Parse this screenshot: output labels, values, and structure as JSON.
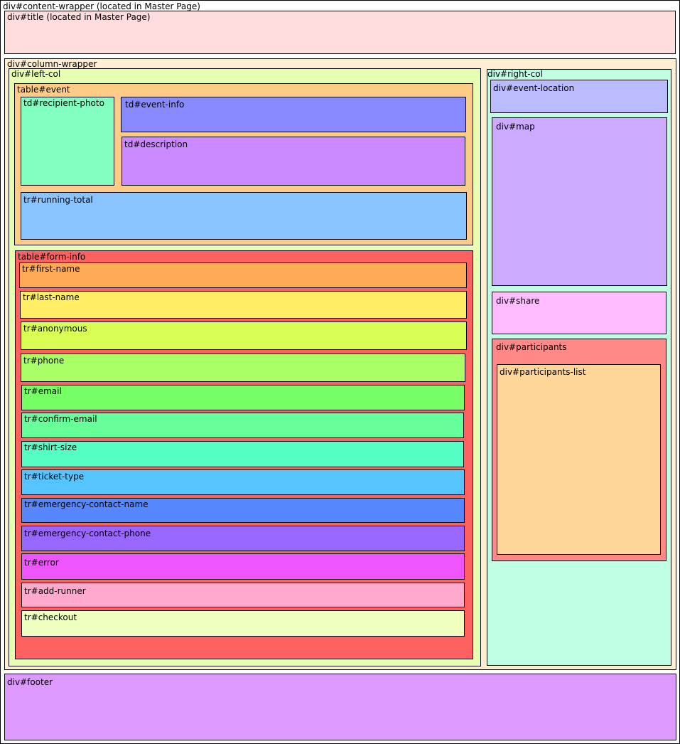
{
  "diagram": {
    "content_wrapper": {
      "label": "div#content-wrapper (located in Master Page)",
      "color": "#ffffff"
    },
    "title": {
      "label": "div#title (located in Master Page)",
      "color": "#ffdddd"
    },
    "column_wrapper": {
      "label": "div#column-wrapper",
      "color": "#ffeed0"
    },
    "left_col": {
      "label": "div#left-col",
      "color": "#e6ffb3"
    },
    "event_table": {
      "label": "table#event",
      "color": "#ffcc88"
    },
    "recipient_photo": {
      "label": "td#recipient-photo",
      "color": "#80ffc0"
    },
    "event_info": {
      "label": "td#event-info",
      "color": "#8888ff"
    },
    "description": {
      "label": "td#description",
      "color": "#cc88ff"
    },
    "running_total": {
      "label": "tr#running-total",
      "color": "#88c4ff"
    },
    "form_info": {
      "label": "table#form-info",
      "color": "#ff6060",
      "rows": [
        {
          "label": "tr#first-name",
          "color": "#ffaa55"
        },
        {
          "label": "tr#last-name",
          "color": "#ffee66"
        },
        {
          "label": "tr#anonymous",
          "color": "#d9ff55"
        },
        {
          "label": "tr#phone",
          "color": "#aaff66"
        },
        {
          "label": "tr#email",
          "color": "#77ff66"
        },
        {
          "label": "tr#confirm-email",
          "color": "#66ff99"
        },
        {
          "label": "tr#shirt-size",
          "color": "#55ffc4"
        },
        {
          "label": "tr#ticket-type",
          "color": "#55c4ff"
        },
        {
          "label": "tr#emergency-contact-name",
          "color": "#5588ff"
        },
        {
          "label": "tr#emergency-contact-phone",
          "color": "#9966ff"
        },
        {
          "label": "tr#error",
          "color": "#ee55ff"
        },
        {
          "label": "tr#add-runner",
          "color": "#ffaacc"
        },
        {
          "label": "tr#checkout",
          "color": "#eeffc0"
        }
      ]
    },
    "right_col": {
      "label": "div#right-col",
      "color": "#c0ffe4"
    },
    "event_location": {
      "label": "div#event-location",
      "color": "#bbbbff"
    },
    "map": {
      "label": "div#map",
      "color": "#ccaaff"
    },
    "share": {
      "label": "div#share",
      "color": "#ffbbff"
    },
    "participants": {
      "label": "div#participants",
      "color": "#ff8888"
    },
    "participants_list": {
      "label": "div#participants-list",
      "color": "#ffd699"
    },
    "footer": {
      "label": "div#footer",
      "color": "#dd99ff"
    }
  }
}
